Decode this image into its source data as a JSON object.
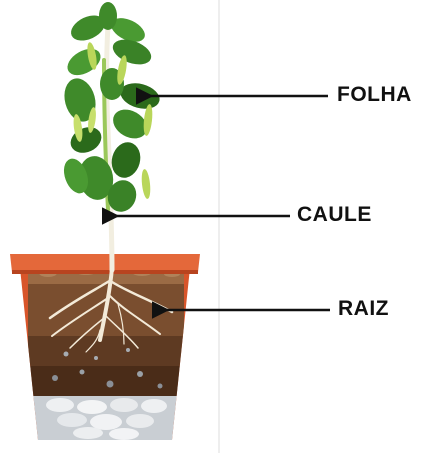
{
  "labels": {
    "leaf": "FOLHA",
    "stem": "CAULE",
    "root": "RAIZ"
  },
  "colors": {
    "leaf": "#3f8a2a",
    "leaf_dark": "#2b6a1b",
    "pod": "#b9d65a",
    "stem": "#f2eee0",
    "pot": "#d8552a",
    "pot_rim": "#e4683a",
    "soil_top": "#9b6b45",
    "soil_mid": "#6b4428",
    "soil_dark": "#4a2c18",
    "gravel": "#e9ecef",
    "arrow": "#111111",
    "divider": "#dddddd"
  }
}
